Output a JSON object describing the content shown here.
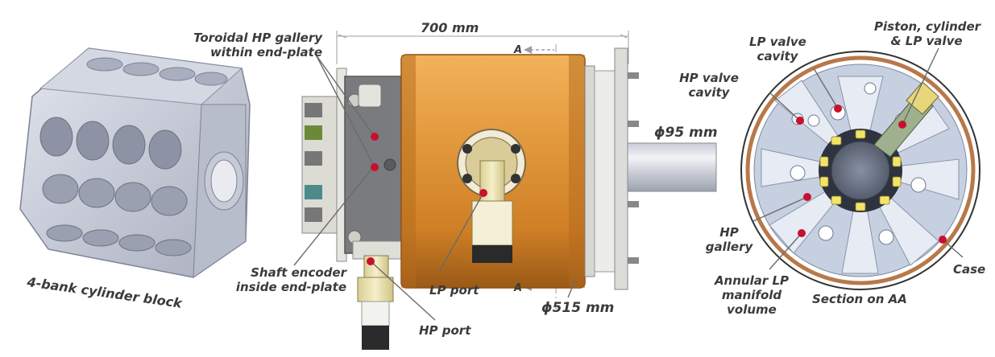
{
  "labels": {
    "cylinder_block": "4-bank cylinder block",
    "toroidal_gallery_1": "Toroidal HP gallery",
    "toroidal_gallery_2": "within end-plate",
    "length_700": "700 mm",
    "section_a_top": "A",
    "section_a_bottom": "A",
    "shaft_dia": "ϕ95 mm",
    "body_dia": "ϕ515 mm",
    "shaft_encoder_1": "Shaft encoder",
    "shaft_encoder_2": "inside end-plate",
    "lp_port": "LP port",
    "hp_port": "HP port",
    "lp_valve_cavity_1": "LP valve",
    "lp_valve_cavity_2": "cavity",
    "piston_1": "Piston, cylinder",
    "piston_2": "& LP valve",
    "hp_valve_cavity_1": "HP valve",
    "hp_valve_cavity_2": "cavity",
    "hp_gallery_1": "HP",
    "hp_gallery_2": "gallery",
    "annular_1": "Annular LP",
    "annular_2": "manifold",
    "annular_3": "volume",
    "section_aa": "Section on AA",
    "case": "Case"
  },
  "colors": {
    "label_text": "#3b3b3b",
    "marker_red": "#c8102e",
    "orange_body": "#d98a2b",
    "gray_end_plate": "#6f7073",
    "steel_blue": "#b7c3d6",
    "copper_ring": "#b8784a",
    "cream_port": "#efe6b8"
  }
}
